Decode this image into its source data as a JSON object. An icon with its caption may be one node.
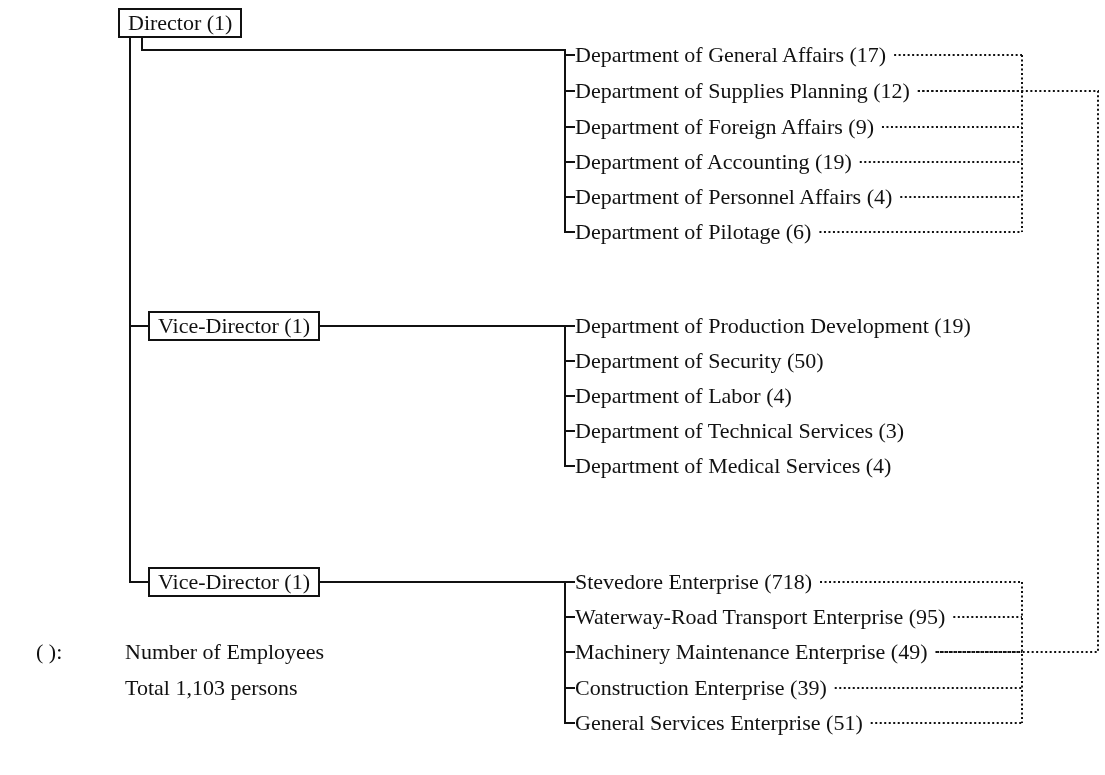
{
  "diagram": {
    "nodes": [
      {
        "text": [
          "Director (1)"
        ]
      },
      {
        "text": [
          "Department of General Affairs (17)"
        ]
      },
      {
        "text": [
          "Department of Supplies Planning (12)"
        ]
      },
      {
        "text": [
          "Department of Foreign Affairs (9)"
        ]
      },
      {
        "text": [
          "Department of Accounting (19)"
        ]
      },
      {
        "text": [
          "Department of Personnel Affairs (4)"
        ]
      },
      {
        "text": [
          "Department of Pilotage (6)"
        ]
      },
      {
        "text": [
          "Vice-Director (1)"
        ]
      },
      {
        "text": [
          "Department of Production Development (19)"
        ]
      },
      {
        "text": [
          "Department of Security (50)"
        ]
      },
      {
        "text": [
          "Department of Labor (4)"
        ]
      },
      {
        "text": [
          "Department of Technical Services (3)"
        ]
      },
      {
        "text": [
          "Department of Medical Services (4)"
        ]
      },
      {
        "text": [
          "Vice-Director (1)"
        ]
      },
      {
        "text": [
          "Stevedore Enterprise (718)"
        ]
      },
      {
        "text": [
          "Waterway-Road Transport Enterprise (95)"
        ]
      },
      {
        "text": [
          "Machinery Maintenance Enterprise (49)"
        ]
      },
      {
        "text": [
          "Construction Enterprise (39)"
        ]
      },
      {
        "text": [
          "General Services Enterprise (51)"
        ]
      }
    ],
    "edges": [
      {
        "from": 0,
        "to": 1,
        "arrow": "none"
      },
      {
        "from": 0,
        "to": 2,
        "arrow": "none"
      },
      {
        "from": 0,
        "to": 3,
        "arrow": "none"
      },
      {
        "from": 0,
        "to": 4,
        "arrow": "none"
      },
      {
        "from": 0,
        "to": 5,
        "arrow": "none"
      },
      {
        "from": 0,
        "to": 6,
        "arrow": "none"
      },
      {
        "from": 0,
        "to": 7,
        "arrow": "none"
      },
      {
        "from": 0,
        "to": 13,
        "arrow": "none"
      },
      {
        "from": 7,
        "to": 8,
        "arrow": "none"
      },
      {
        "from": 7,
        "to": 9,
        "arrow": "none"
      },
      {
        "from": 7,
        "to": 10,
        "arrow": "none"
      },
      {
        "from": 7,
        "to": 11,
        "arrow": "none"
      },
      {
        "from": 7,
        "to": 12,
        "arrow": "none"
      },
      {
        "from": 13,
        "to": 14,
        "arrow": "none"
      },
      {
        "from": 13,
        "to": 15,
        "arrow": "none"
      },
      {
        "from": 13,
        "to": 16,
        "arrow": "none"
      },
      {
        "from": 13,
        "to": 17,
        "arrow": "none"
      },
      {
        "from": 13,
        "to": 18,
        "arrow": "none"
      },
      {
        "from": 2,
        "to": 16,
        "arrow": "none",
        "style": "dashed"
      }
    ],
    "labels": [
      "( ):",
      "Number of Employees",
      "Total 1,103 persons"
    ]
  }
}
